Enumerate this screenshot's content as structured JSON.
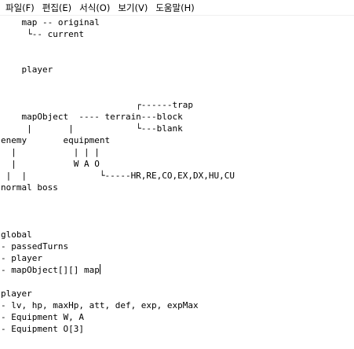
{
  "menu": [
    {
      "label": "파일(F)"
    },
    {
      "label": "편집(E)"
    },
    {
      "label": "서식(O)"
    },
    {
      "label": "보기(V)"
    },
    {
      "label": "도움말(H)"
    }
  ],
  "editor": {
    "text_before_caret": "    map -- original\n     └-- current\n\n\n    player\n\n\n                          ┌------trap\n    mapObject  ---- terrain---block\n     |       |            └---blank\nenemy       equipment\n  |           | | |\n  |           W A O\n |  |              └-----HR,RE,CO,EX,DX,HU,CU\nnormal boss\n\n\n\nglobal\n- passedTurns\n- player\n- mapObject[][] map",
    "text_after_caret": "\n\nplayer\n- lv, hp, maxHp, att, def, exp, expMax\n- Equipment W, A\n- Equipment O[3]"
  }
}
